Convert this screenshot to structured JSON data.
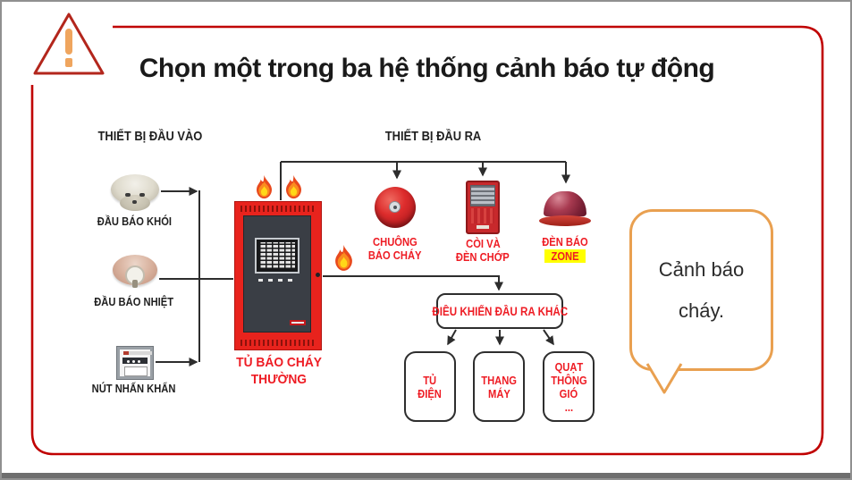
{
  "slide": {
    "title": "Chọn một trong ba hệ thống cảnh báo tự động",
    "colors": {
      "frame_red": "#c00000",
      "accent_red": "#ee1c24",
      "panel_red": "#e8231d",
      "highlight_yellow": "#ffff00",
      "callout_orange": "#e9a050"
    }
  },
  "inputs": {
    "header": "THIẾT BỊ ĐẦU VÀO",
    "devices": [
      {
        "icon": "smoke-detector-icon",
        "label": "ĐẦU BÁO KHÓI"
      },
      {
        "icon": "heat-detector-icon",
        "label": "ĐẦU BÁO NHIỆT"
      },
      {
        "icon": "manual-call-point-icon",
        "label": "NÚT NHẤN KHẨN"
      }
    ]
  },
  "panel": {
    "label_line1": "TỦ BÁO CHÁY",
    "label_line2": "THƯỜNG"
  },
  "outputs": {
    "header": "THIẾT BỊ ĐẦU RA",
    "devices": [
      {
        "icon": "fire-bell-icon",
        "line1": "CHUÔNG",
        "line2": "BÁO CHÁY"
      },
      {
        "icon": "horn-strobe-icon",
        "line1": "CÒI VÀ",
        "line2": "ĐÈN CHỚP"
      },
      {
        "icon": "zone-lamp-icon",
        "line1": "ĐÈN BÁO",
        "line2": "ZONE"
      }
    ]
  },
  "other_outputs": {
    "box_label": "ĐIỀU KHIỂN ĐẦU RA KHÁC",
    "boxes": [
      {
        "lines": [
          "TỦ",
          "ĐIỆN"
        ]
      },
      {
        "lines": [
          "THANG",
          "MÁY"
        ]
      },
      {
        "lines": [
          "QUẠT",
          "THÔNG",
          "GIÓ",
          "..."
        ]
      }
    ]
  },
  "callout": {
    "line1": "Cảnh báo",
    "line2": "cháy."
  }
}
